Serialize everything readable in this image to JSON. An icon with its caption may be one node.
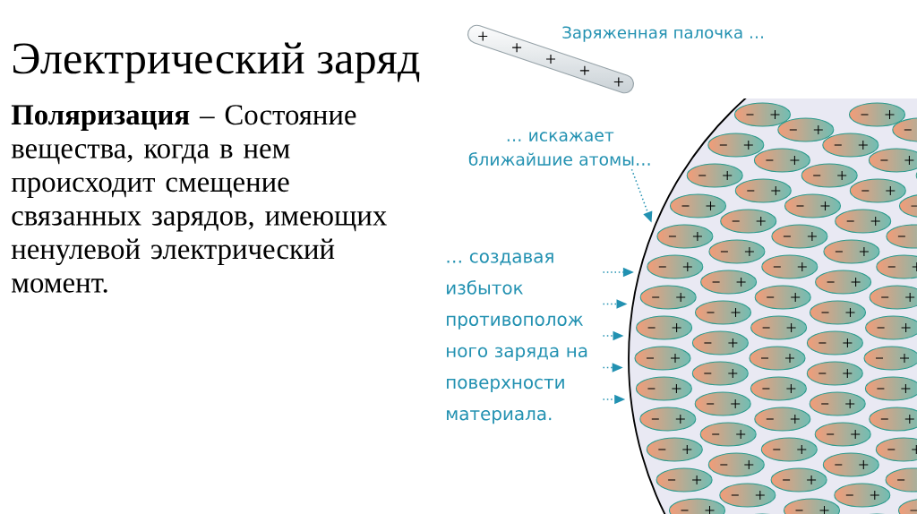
{
  "diagram": {
    "title": "Электрический заряд",
    "nodes": [
      {
        "text": [],
        "shape": "bar",
        "beside": [
          "Заряженная палочка …"
        ]
      },
      {
        "text": [
          "… искажает ближайшие атомы…"
        ]
      },
      {
        "text": [
          "… создавая избыток противополож ного заряда на поверхности материала."
        ]
      },
      {
        "text": [],
        "shape": "picture"
      }
    ],
    "edges": [
      {
        "from": 1,
        "to": 3,
        "arrow": "to"
      },
      {
        "from": 2,
        "to": 3,
        "arrow": "to"
      },
      {
        "from": 2,
        "to": 3,
        "arrow": "to"
      },
      {
        "from": 2,
        "to": 3,
        "arrow": "to"
      },
      {
        "from": 2,
        "to": 3,
        "arrow": "to"
      },
      {
        "from": 2,
        "to": 3,
        "arrow": "to"
      }
    ],
    "labels": [
      "**Поляризация** – Состояние вещества, когда в нем происходит смещение связанных зарядов, имеющих ненулевой электрический момент."
    ]
  }
}
